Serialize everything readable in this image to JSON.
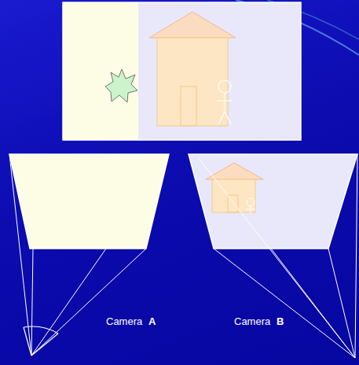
{
  "diagram": {
    "labels": [
      "Camera",
      "A",
      "Camera",
      "B"
    ]
  }
}
